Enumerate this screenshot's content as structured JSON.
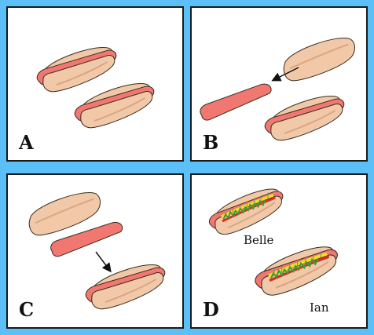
{
  "panels": [
    {
      "letter": "A"
    },
    {
      "letter": "B"
    },
    {
      "letter": "C"
    },
    {
      "letter": "D",
      "names": [
        "Belle",
        "Ian"
      ]
    }
  ],
  "colors": {
    "background": "#5bc0f8",
    "bun": "#f2c9a8",
    "bun_shadow": "#d9a684",
    "sausage": "#f07870",
    "mustard": "#f2e020",
    "relish": "#3c9a3a",
    "ketchup": "#e0281e"
  }
}
